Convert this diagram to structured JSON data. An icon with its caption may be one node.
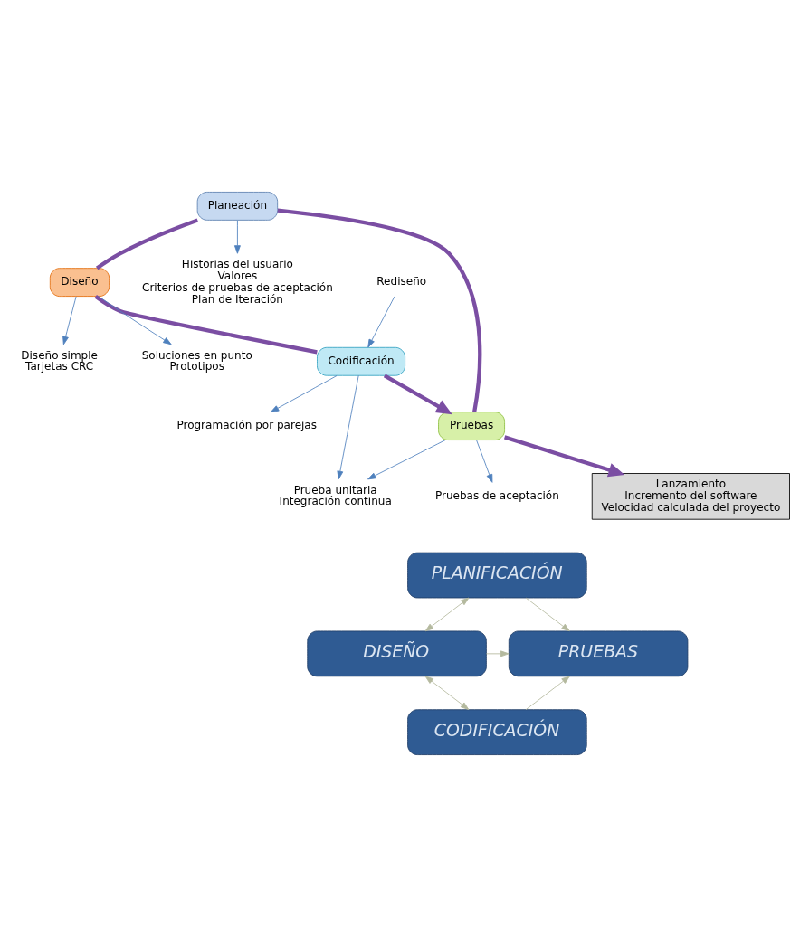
{
  "diagram": {
    "nodes": [
      {
        "text": [
          "Planeación"
        ]
      },
      {
        "text": [
          "Diseño"
        ]
      },
      {
        "text": [
          "Codificación"
        ]
      },
      {
        "text": [
          "Pruebas"
        ]
      },
      {
        "text": [
          "Historias del usuario",
          "Valores",
          "Criterios de pruebas de aceptación",
          "Plan de Iteración"
        ]
      },
      {
        "text": [
          "Diseño simple",
          "Tarjetas CRC"
        ]
      },
      {
        "text": [
          "Soluciones en punto",
          "Prototipos"
        ]
      },
      {
        "text": [
          "Rediseño"
        ]
      },
      {
        "text": [
          "Programación por parejas"
        ]
      },
      {
        "text": [
          "Prueba unitaria",
          "Integración continua"
        ]
      },
      {
        "text": [
          "Pruebas de aceptación"
        ]
      },
      {
        "text": [
          "Lanzamiento",
          "Incremento del software",
          "Velocidad calculada del proyecto"
        ]
      },
      {
        "text": [
          "PLANIFICACIÓN"
        ]
      },
      {
        "text": [
          "DISEÑO"
        ]
      },
      {
        "text": [
          "CODIFICACIÓN"
        ]
      },
      {
        "text": [
          "PRUEBAS"
        ]
      }
    ],
    "edges": [
      {
        "from": 0,
        "to": 1,
        "arrow": "none",
        "style": "thick",
        "color": "#7b4ea3"
      },
      {
        "from": 1,
        "to": 2,
        "arrow": "none",
        "style": "thick",
        "color": "#7b4ea3"
      },
      {
        "from": 2,
        "to": 3,
        "arrow": "to",
        "style": "thick",
        "color": "#7b4ea3"
      },
      {
        "from": 3,
        "to": 0,
        "arrow": "none",
        "style": "thick",
        "color": "#7b4ea3"
      },
      {
        "from": 3,
        "to": 11,
        "arrow": "to",
        "style": "thick",
        "color": "#7b4ea3"
      },
      {
        "from": 0,
        "to": 4,
        "arrow": "to"
      },
      {
        "from": 1,
        "to": 5,
        "arrow": "to"
      },
      {
        "from": 1,
        "to": 6,
        "arrow": "to"
      },
      {
        "from": 7,
        "to": 2,
        "arrow": "to"
      },
      {
        "from": 2,
        "to": 8,
        "arrow": "to"
      },
      {
        "from": 2,
        "to": 9,
        "arrow": "to"
      },
      {
        "from": 3,
        "to": 9,
        "arrow": "to"
      },
      {
        "from": 3,
        "to": 10,
        "arrow": "to"
      },
      {
        "from": 12,
        "to": 13,
        "arrow": "both",
        "color": "#b4b99e"
      },
      {
        "from": 13,
        "to": 14,
        "arrow": "both",
        "color": "#b4b99e"
      },
      {
        "from": 12,
        "to": 15,
        "arrow": "to",
        "color": "#b4b99e"
      },
      {
        "from": 13,
        "to": 15,
        "arrow": "to",
        "color": "#b4b99e"
      },
      {
        "from": 14,
        "to": 15,
        "arrow": "to",
        "color": "#b4b99e"
      }
    ]
  }
}
